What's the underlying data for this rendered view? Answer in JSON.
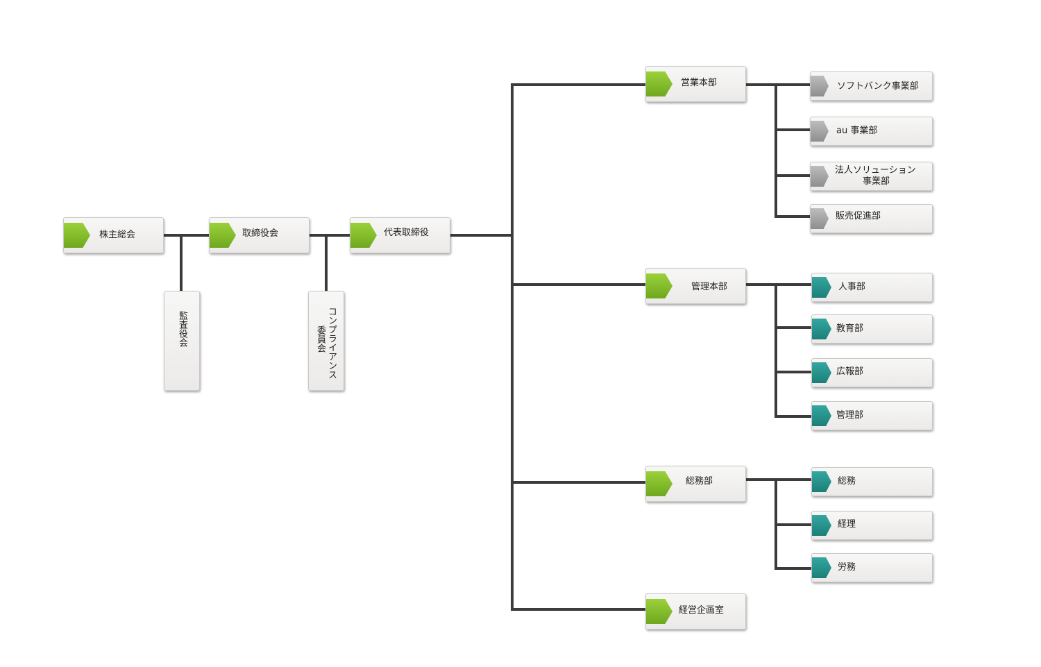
{
  "top": {
    "shareholders": "株主総会",
    "board": "取締役会",
    "ceo": "代表取締役",
    "auditors": "監査役会",
    "compliance_line1": "コンプライアンス",
    "compliance_line2": "委員会"
  },
  "divisions": {
    "sales": {
      "name": "営業本部",
      "children": [
        "ソフトバンク事業部",
        "au 事業部",
        "法人ソリューション",
        "販売促進部"
      ],
      "child3_line2": "事業部"
    },
    "management": {
      "name": "管理本部",
      "children": [
        "人事部",
        "教育部",
        "広報部",
        "管理部"
      ]
    },
    "general": {
      "name": "総務部",
      "children": [
        "総務",
        "経理",
        "労務"
      ]
    },
    "planning": {
      "name": "経営企画室"
    }
  },
  "colors": {
    "line": "#3b3b3b",
    "green_tag": "#7fb928",
    "gray_tag": "#a3a3a3",
    "teal_tag": "#23918a",
    "box_bg": "#f1f0ee"
  }
}
